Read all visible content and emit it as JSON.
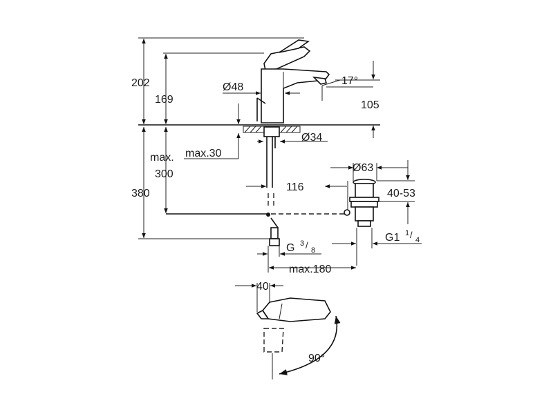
{
  "dimensions": {
    "total_height": "202",
    "spout_height": "169",
    "max_reach_label": "max.",
    "max_reach_value": "300",
    "below_deck": "380",
    "spout_angle": "17°",
    "spout_reach": "105",
    "body_diameter": "Ø48",
    "hole_diameter": "Ø34",
    "deck_thickness": "max.30",
    "tail_offset": "116",
    "waste_diameter": "Ø63",
    "waste_range": "40-53",
    "hose_thread": "G 3/8",
    "hose_thread_main": "G",
    "hose_thread_sup": "3",
    "hose_thread_sub": "8",
    "waste_thread": "G1 1/4",
    "waste_thread_main": "G1",
    "waste_thread_sup": "1",
    "waste_thread_sub": "4",
    "max_distance": "max.180",
    "lever_offset": "40",
    "lever_rotation": "90°"
  }
}
